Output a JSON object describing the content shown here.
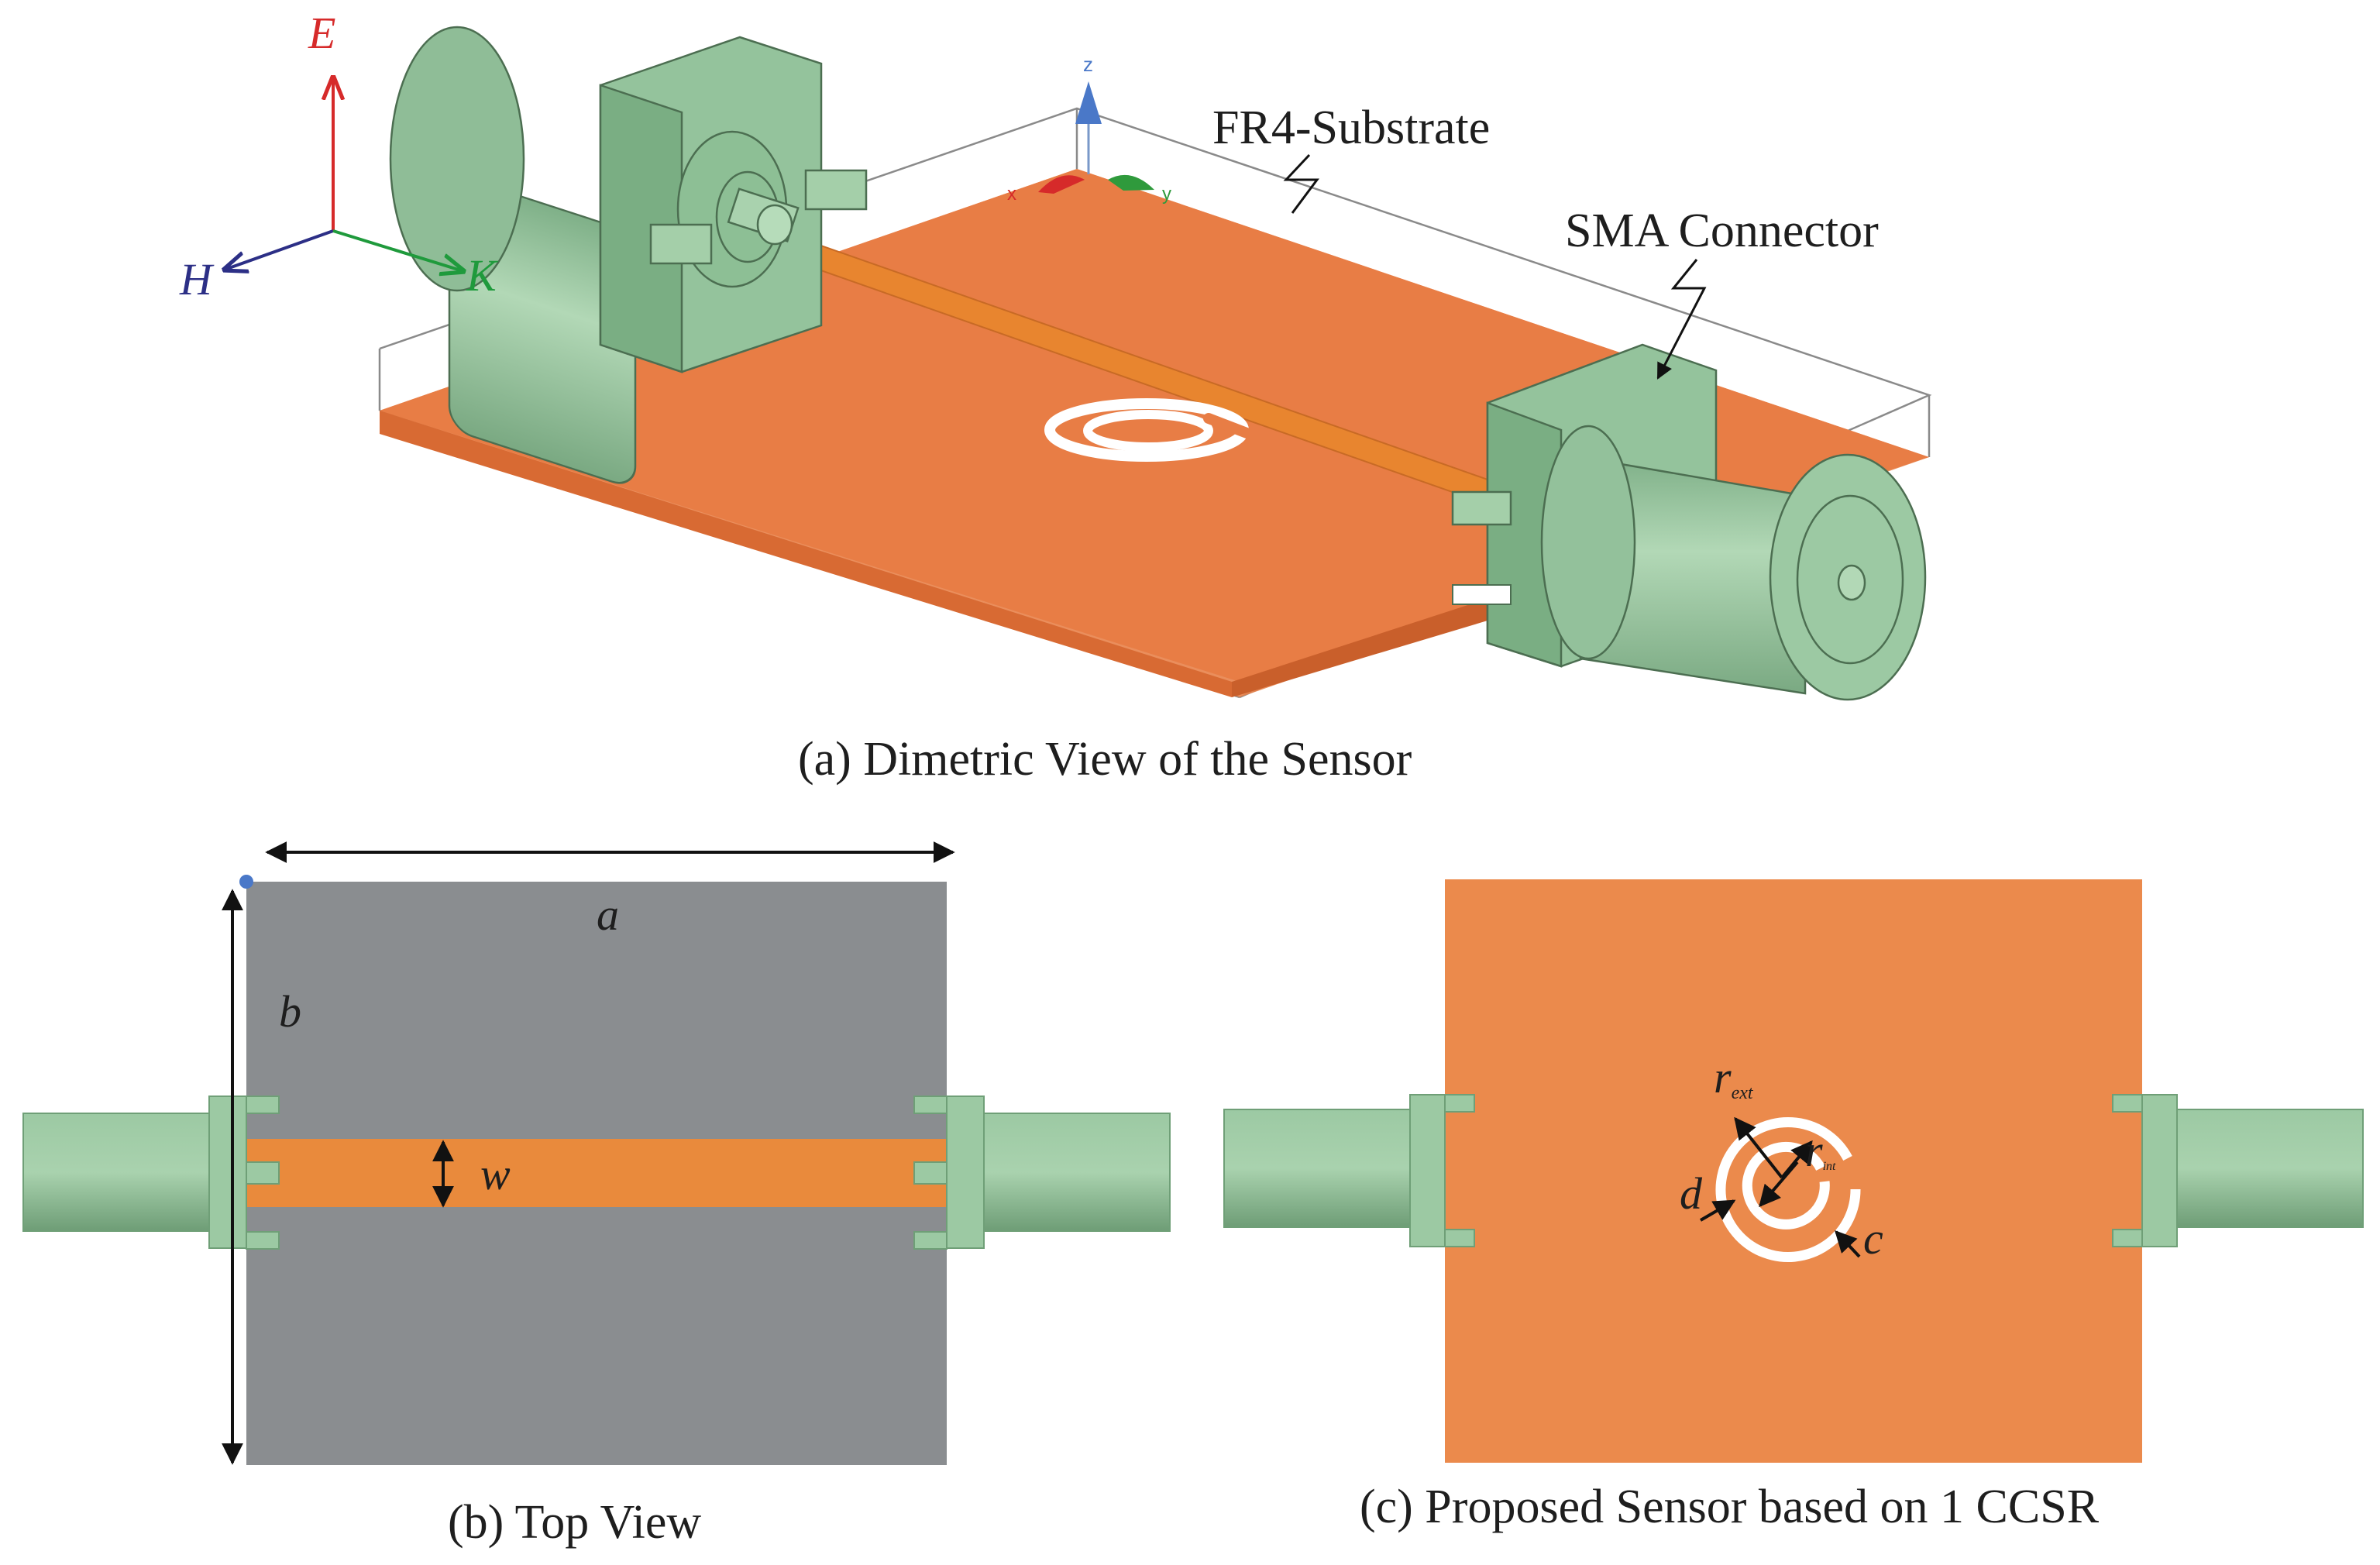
{
  "captions": {
    "a": "(a) Dimetric View of the Sensor",
    "b": "(b) Top View",
    "c": "(c) Proposed Sensor based on 1 CCSR"
  },
  "labels": {
    "substrate": "FR4-Substrate",
    "connector": "SMA Connector"
  },
  "field_axes": {
    "e": "E",
    "h": "H",
    "k": "K"
  },
  "cad_axes": {
    "z": "z",
    "x": "x",
    "y": "y"
  },
  "dimensions": {
    "a": "a",
    "b": "b",
    "w": "w",
    "d": "d",
    "c": "c",
    "r_main": "r",
    "r_ext_sub": "ext",
    "r_int_sub": "int"
  },
  "colors": {
    "copper": "#e87d45",
    "copper_dark": "#d96a32",
    "strip": "#e98a3c",
    "connector": "#94c39c",
    "connector_dark": "#6f9f77",
    "ground": "#8a8d90",
    "e_axis": "#d62a2a",
    "h_axis": "#2c2f86",
    "k_axis": "#1f9a3c"
  }
}
